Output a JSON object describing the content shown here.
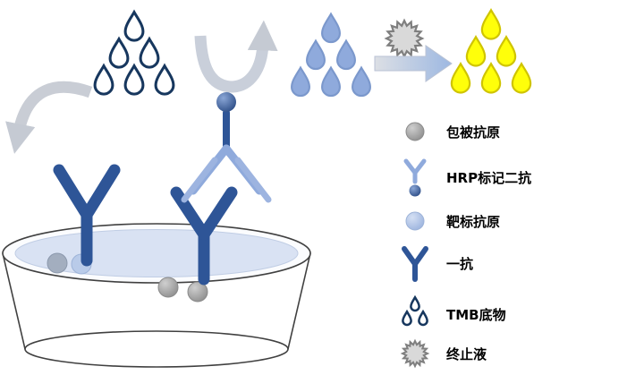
{
  "legend": {
    "items": [
      {
        "icon": "coated-antigen-icon",
        "label": "包被抗原"
      },
      {
        "icon": "hrp-secondary-antibody-icon",
        "label": "HRP标记二抗"
      },
      {
        "icon": "target-antigen-icon",
        "label": "靶标抗原"
      },
      {
        "icon": "primary-antibody-icon",
        "label": "一抗"
      },
      {
        "icon": "tmb-substrate-icon",
        "label": "TMB底物"
      },
      {
        "icon": "stop-solution-icon",
        "label": "终止液"
      }
    ]
  },
  "palette": {
    "dark_navy": "#17375e",
    "antibody_blue": "#2e5597",
    "light_blue": "#8faadc",
    "pale_blue": "#b4c7e7",
    "product_yellow": "#ffff00",
    "antigen_gray": "#a6a6a6",
    "arrow_gray": "#c9cdd5",
    "well_liquid": "#d9e2f3"
  }
}
